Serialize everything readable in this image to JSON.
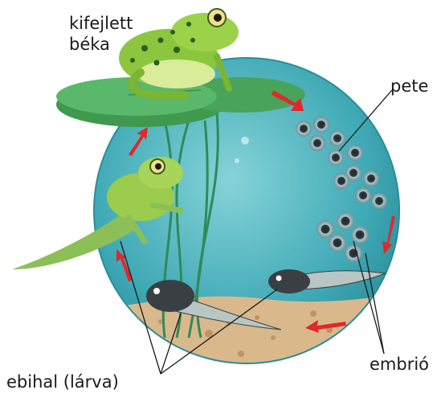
{
  "labels": {
    "adult_line1": "kifejlett",
    "adult_line2": "béka",
    "egg": "pete",
    "embryo": "embrió",
    "tadpole": "ebihal (lárva)"
  },
  "stages": [
    "pete",
    "embrió",
    "ebihal (lárva)",
    "kifejlett béka"
  ],
  "colors": {
    "water": "#3fa9b5",
    "water_light": "#7fd0d6",
    "sand": "#d9b98c",
    "lily_pad": "#4aa35a",
    "frog": "#8cc63f",
    "tadpole": "#3a3f44",
    "arrow": "#e0282d"
  }
}
